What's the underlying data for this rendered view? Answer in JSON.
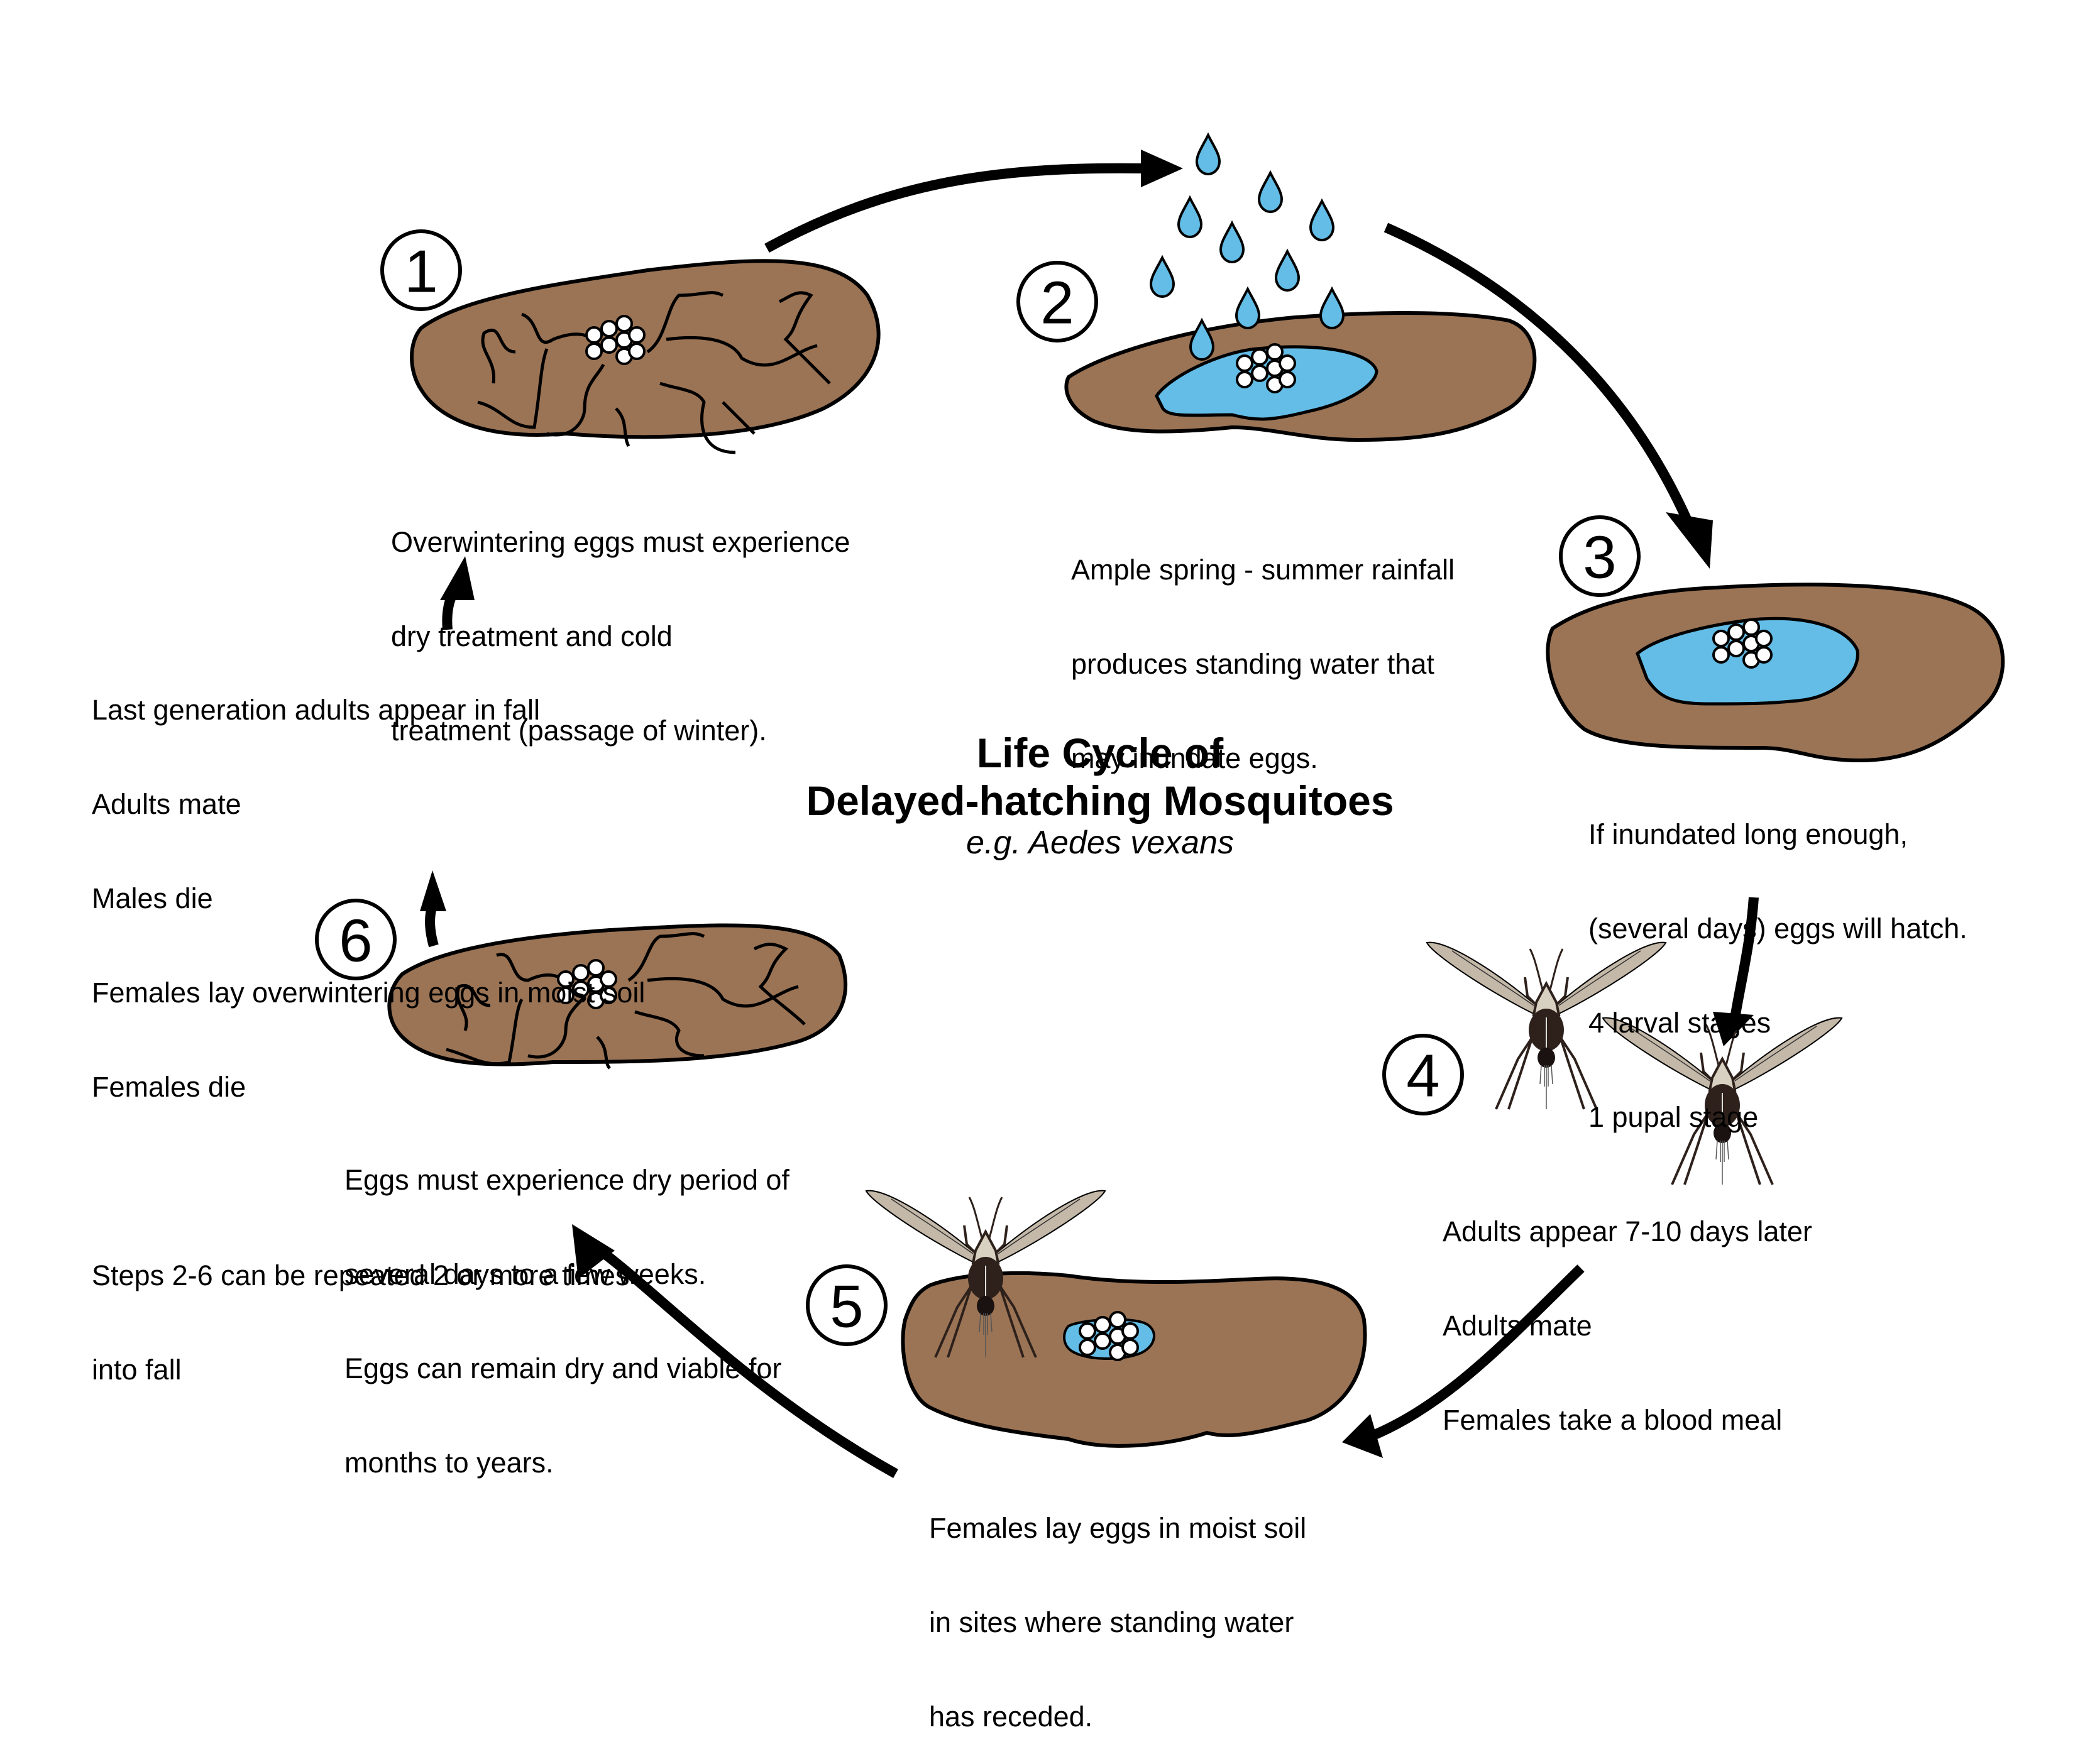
{
  "title": {
    "line1": "Life Cycle of",
    "line2": "Delayed-hatching Mosquitoes",
    "subtitle": "e.g. Aedes vexans"
  },
  "colors": {
    "soil": "#9b7455",
    "water": "#63bde6",
    "wing": "#c4b8a8",
    "body": "#2e211c",
    "outline": "#000000"
  },
  "stages": [
    {
      "number": "1",
      "lines": [
        "Overwintering eggs must experience",
        "dry treatment and cold",
        "treatment (passage of winter)."
      ]
    },
    {
      "number": "2",
      "lines": [
        "Ample spring - summer rainfall",
        "produces standing water that",
        "may inundate eggs."
      ]
    },
    {
      "number": "3",
      "lines": [
        "If inundated long enough,",
        "(several days) eggs will hatch.",
        "4 larval stages",
        "1 pupal stage"
      ]
    },
    {
      "number": "4",
      "lines": [
        "Adults appear 7-10 days later",
        "Adults mate",
        "Females take a blood meal"
      ]
    },
    {
      "number": "5",
      "lines": [
        "Females lay eggs in moist soil",
        "in sites where standing water",
        "has receded."
      ]
    },
    {
      "number": "6",
      "lines": [
        "Eggs must experience dry period of",
        "several days to a few weeks.",
        "Eggs can remain dry and viable for",
        "months to years."
      ]
    }
  ],
  "fall_note": {
    "lines": [
      "Last generation adults appear in fall",
      "Adults mate",
      "Males die",
      "Females lay overwintering eggs in moist soil",
      "Females die"
    ],
    "repeat_lines": [
      "Steps 2-6 can be repeated 2 or more times",
      "into fall"
    ]
  }
}
